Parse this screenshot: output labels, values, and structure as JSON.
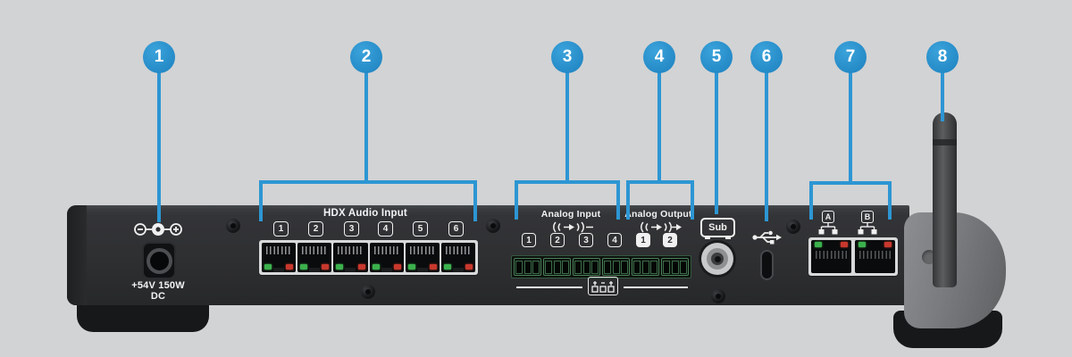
{
  "colors": {
    "background": "#d2d3d4",
    "accent_blue": "#2d96d3",
    "chassis_dark": "#2e2f31",
    "led_green": "#3cb14d",
    "led_red": "#c8382d",
    "terminal_green": "#4b8158"
  },
  "callouts": [
    "1",
    "2",
    "3",
    "4",
    "5",
    "6",
    "7",
    "8"
  ],
  "panel": {
    "power": {
      "voltage": "+54V 150W",
      "dc": "DC"
    },
    "hdx": {
      "title": "HDX Audio Input",
      "ports": [
        "1",
        "2",
        "3",
        "4",
        "5",
        "6"
      ]
    },
    "analog": {
      "input_title": "Analog Input",
      "input_ports": [
        "1",
        "2",
        "3",
        "4"
      ],
      "output_title": "Analog Output",
      "output_ports": [
        "1",
        "2"
      ]
    },
    "sub": {
      "label": "Sub"
    },
    "network": {
      "ports": [
        "A",
        "B"
      ]
    }
  },
  "icons": {
    "power_polarity": "minus-ring / center-pin / plus-ring polarity symbol",
    "analog_input_signal": "((arrow-in)) with dash",
    "analog_output_signal": "((arrow-out)) with arrow",
    "subwoofer": "rounded box with feet",
    "usb": "usb trident",
    "network_tree": "node with two linked squares",
    "wiring_legend": "euroblock pinout box",
    "antenna": "wifi antenna"
  }
}
